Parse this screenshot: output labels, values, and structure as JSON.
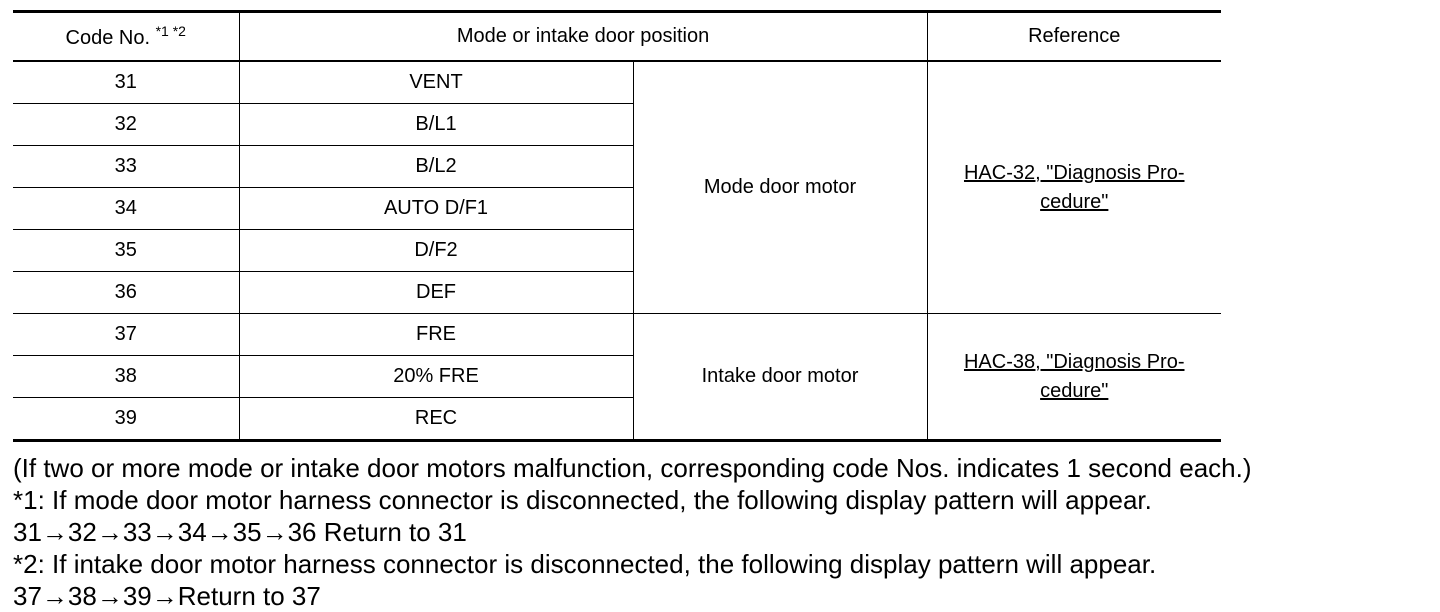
{
  "table": {
    "headers": {
      "code_no": "Code No.",
      "code_no_sup": "*1 *2",
      "position": "Mode or intake door position",
      "reference": "Reference"
    },
    "rows": [
      {
        "code": "31",
        "position": "VENT"
      },
      {
        "code": "32",
        "position": "B/L1"
      },
      {
        "code": "33",
        "position": "B/L2"
      },
      {
        "code": "34",
        "position": "AUTO D/F1"
      },
      {
        "code": "35",
        "position": "D/F2"
      },
      {
        "code": "36",
        "position": "DEF"
      },
      {
        "code": "37",
        "position": "FRE"
      },
      {
        "code": "38",
        "position": "20% FRE"
      },
      {
        "code": "39",
        "position": "REC"
      }
    ],
    "groups": [
      {
        "motor": "Mode door motor",
        "reference_line1": "HAC-32, \"Diagnosis Pro-",
        "reference_line2": "cedure\""
      },
      {
        "motor": "Intake door motor",
        "reference_line1": "HAC-38, \"Diagnosis Pro-",
        "reference_line2": "cedure\""
      }
    ]
  },
  "notes": [
    "(If two or more mode or intake door motors malfunction, corresponding code Nos. indicates 1 second each.)",
    "*1: If mode door motor harness connector is disconnected, the following display pattern will appear.",
    "31→32→33→34→35→36 Return to 31",
    "*2: If intake door motor harness connector is disconnected, the following display pattern will appear.",
    "37→38→39→Return to 37"
  ]
}
